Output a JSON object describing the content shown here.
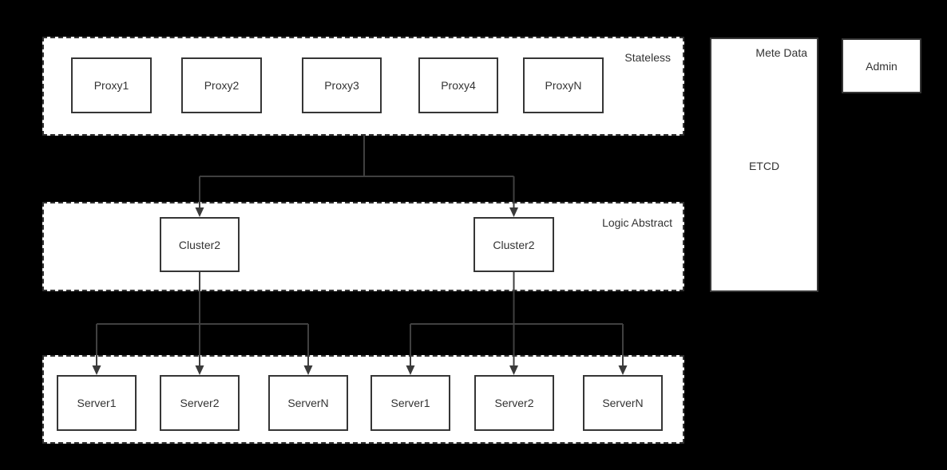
{
  "stateless": {
    "label": "Stateless",
    "proxies": [
      "Proxy1",
      "Proxy2",
      "Proxy3",
      "Proxy4",
      "ProxyN"
    ]
  },
  "logic_abstract": {
    "label": "Logic Abstract",
    "clusters": [
      "Cluster2",
      "Cluster2"
    ]
  },
  "servers": {
    "group1": [
      "Server1",
      "Server2",
      "ServerN"
    ],
    "group2": [
      "Server1",
      "Server2",
      "ServerN"
    ]
  },
  "meta_data": {
    "label": "Mete Data",
    "store": "ETCD"
  },
  "admin": {
    "label": "Admin"
  },
  "colors": {
    "background": "#000000",
    "region_fill": "#ffffff",
    "border": "#363636",
    "dashed_border": "#333333",
    "connector_line": "#404040",
    "text": "#333333"
  }
}
